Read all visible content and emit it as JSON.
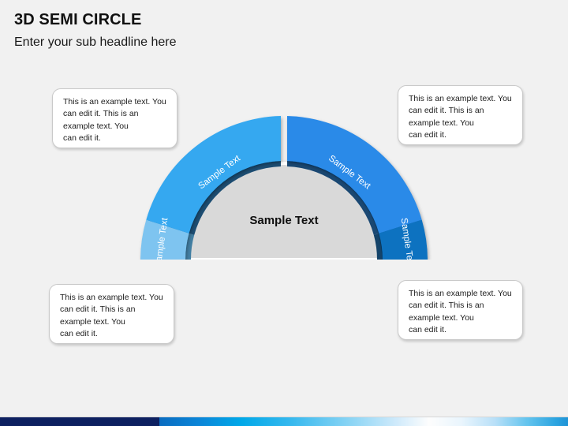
{
  "slide": {
    "background_color": "#f1f1f1",
    "title": "3D SEMI CIRCLE",
    "subtitle": "Enter your sub headline here"
  },
  "callouts": [
    {
      "id": "top-left",
      "text": "This is an example text. You can edit it. This is an\nexample text. You\ncan edit it."
    },
    {
      "id": "top-right",
      "text": "This is an example text. You can edit it. This is an\nexample text. You\ncan edit it."
    },
    {
      "id": "bottom-left",
      "text": "This is an example text. You can edit it. This is an\nexample text. You\ncan edit it."
    },
    {
      "id": "bottom-right",
      "text": "This is an example text. You can edit it. This is an\nexample text. You\ncan edit it."
    }
  ],
  "diagram": {
    "type": "semi-circle",
    "center_label": "Sample Text",
    "center_color": "#d9d9d9",
    "segments": [
      {
        "id": "segment-1",
        "label": "Sample Text",
        "color": "#7ec4f0",
        "side_color": "#5b9cc4",
        "inner_shadow": "#4f8fb8"
      },
      {
        "id": "segment-2",
        "label": "Sample Text",
        "color": "#35a8f0",
        "side_color": "#1e6fa8",
        "inner_shadow": "#1d5f91"
      },
      {
        "id": "segment-3",
        "label": "Sample Text",
        "color": "#2a8ae8",
        "side_color": "#1462ac",
        "inner_shadow": "#144f8c"
      },
      {
        "id": "segment-4",
        "label": "Sample Text",
        "color": "#0f72c0",
        "side_color": "#0a4e85",
        "inner_shadow": "#093f6d"
      }
    ]
  },
  "footer": {
    "left_color": "#0d2060",
    "gradient_start": "#0a6cc0",
    "gradient_end": "#1f93d6"
  }
}
